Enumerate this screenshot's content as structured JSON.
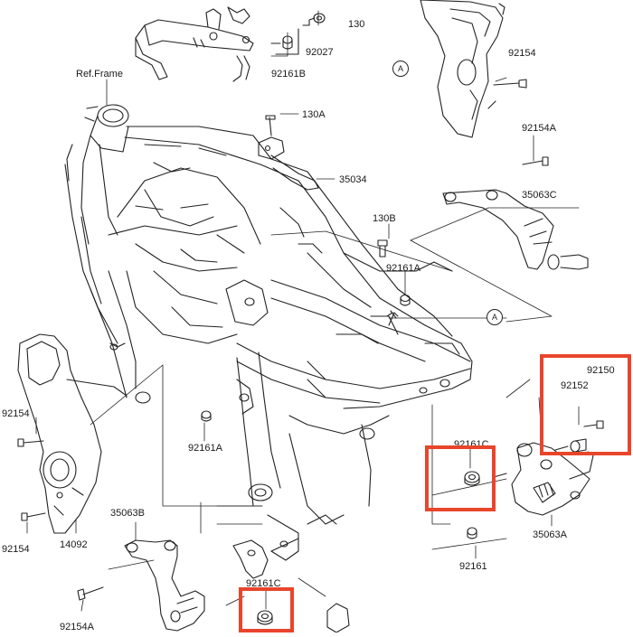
{
  "labels": {
    "p130": "130",
    "p92027": "92027",
    "p92161B": "92161B",
    "ref_frame": "Ref.Frame",
    "p130A": "130A",
    "p35034": "35034",
    "p92154_top": "92154",
    "p92154A_top": "92154A",
    "p35063C": "35063C",
    "p130B": "130B",
    "p92161A_upper": "92161A",
    "p92150": "92150",
    "p92152": "92152",
    "p92161C_right": "92161C",
    "p92154_left": "92154",
    "p92161A_lower": "92161A",
    "p35063A": "35063A",
    "p92161": "92161",
    "p92154_left_lower": "92154",
    "p14092": "14092",
    "p35063B": "35063B",
    "p92161C_bottom": "92161C",
    "p92154A_bottom": "92154A"
  },
  "callouts": {
    "a_top": "A",
    "a_right": "A"
  },
  "highlight_color": "#e8452c"
}
